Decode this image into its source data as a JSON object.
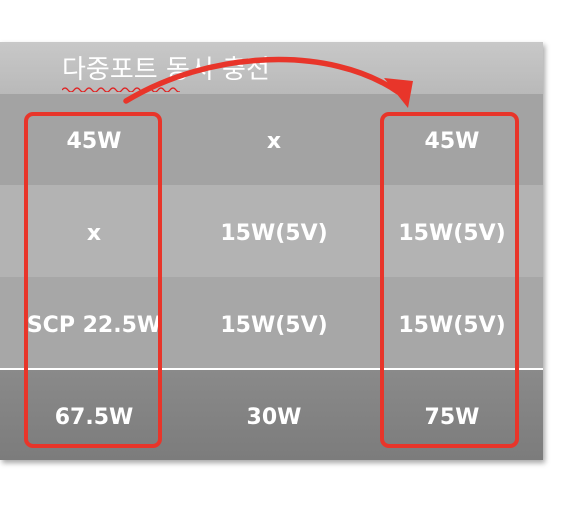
{
  "title": "다중포트 동시 충전",
  "rows": [
    {
      "col1": "45W",
      "col2": "x",
      "col3": "45W"
    },
    {
      "col1": "x",
      "col2": "15W(5V)",
      "col3": "15W(5V)"
    },
    {
      "col1": "SCP 22.5W",
      "col2": "15W(5V)",
      "col3": "15W(5V)"
    },
    {
      "col1": "67.5W",
      "col2": "30W",
      "col3": "75W"
    }
  ],
  "colors": {
    "highlight": "#e8352a",
    "text": "#ffffff",
    "total_row_bg": "#808080"
  }
}
